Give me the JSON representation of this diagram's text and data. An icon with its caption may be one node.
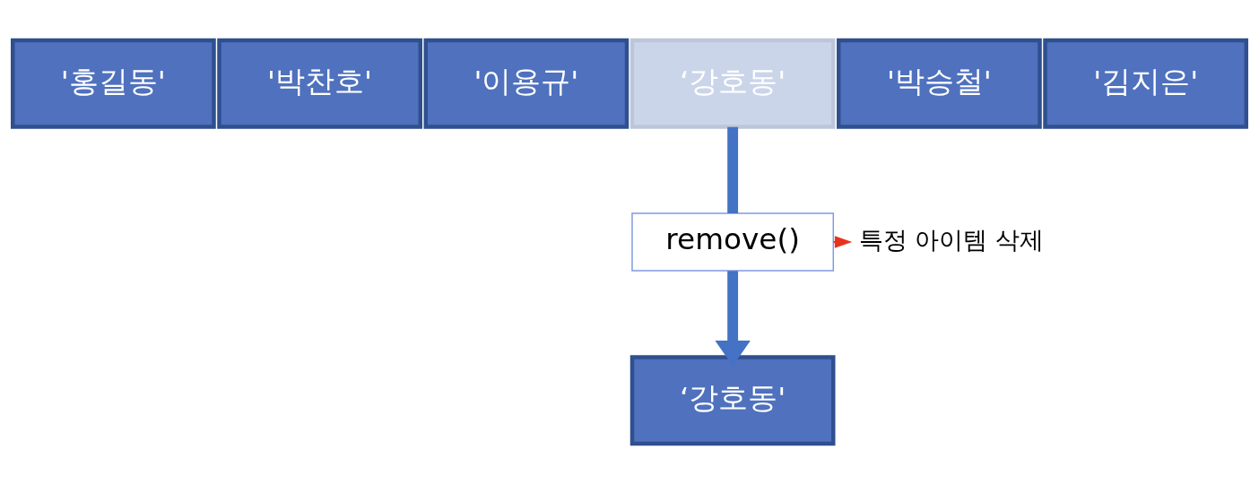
{
  "diagram": {
    "nodes": [
      {
        "text": [
          "'홍길동'"
        ]
      },
      {
        "text": [
          "'박찬호'"
        ]
      },
      {
        "text": [
          "'이용규'"
        ]
      },
      {
        "text": [
          "‘강호동'"
        ]
      },
      {
        "text": [
          "'박승철'"
        ]
      },
      {
        "text": [
          "'김지은'"
        ]
      },
      {
        "text": [
          "remove()"
        ]
      },
      {
        "text": [
          "‘강호동'"
        ]
      },
      {
        "text": [
          "특정 아이템 삭제"
        ]
      }
    ],
    "edges": [
      {
        "from": 3,
        "to": 6,
        "arrow": "none"
      },
      {
        "from": 6,
        "to": 7,
        "arrow": "to"
      },
      {
        "from": 6,
        "to": 8,
        "arrow": "to",
        "color": "#e8321e"
      }
    ]
  }
}
